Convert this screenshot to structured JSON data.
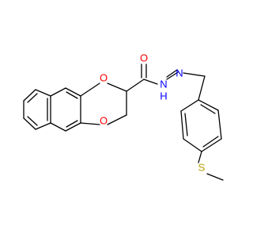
{
  "molecule": {
    "atom_labels": {
      "carbonyl_oxygen": "O",
      "ring_oxygen_top": "O",
      "ring_oxygen_bottom": "O",
      "nitrogen_1": "N",
      "nitrogen_2": "N",
      "hydrazide_hydrogen": "H",
      "sulfur": "S"
    },
    "colors": {
      "bond": "#000000",
      "oxygen": "#ff0000",
      "nitrogen": "#0000ff",
      "sulfur": "#b8a000"
    }
  }
}
